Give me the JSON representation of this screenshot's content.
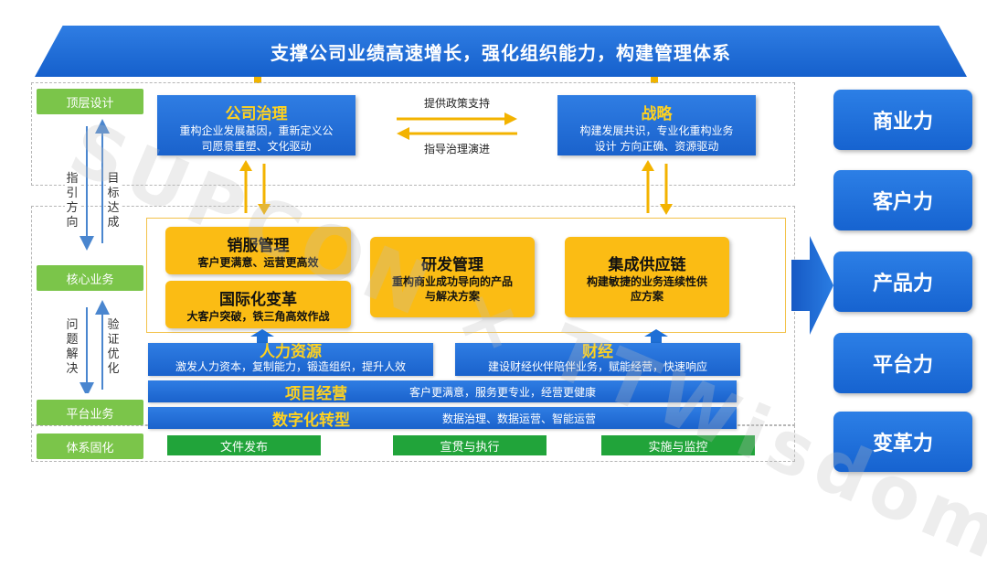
{
  "banner": {
    "title": "支撑公司业绩高速增长，强化组织能力，构建管理体系"
  },
  "layers": {
    "top": "顶层设计",
    "core": "核心业务",
    "platform": "平台业务",
    "system": "体系固化"
  },
  "side_notes": {
    "down1": "指引方向",
    "up1": "目标达成",
    "down2": "问题解决",
    "up2": "验证优化"
  },
  "governance": {
    "title": "公司治理",
    "desc_line1": "重构企业发展基因，重新定义公",
    "desc_line2": "司愿景重塑、文化驱动"
  },
  "strategy": {
    "title": "战略",
    "desc_line1": "构建发展共识，专业化重构业务",
    "desc_line2": "设计 方向正确、资源驱动"
  },
  "arrows": {
    "top_label": "提供政策支持",
    "bottom_label": "指导治理演进"
  },
  "core_business": {
    "sales": {
      "title": "销服管理",
      "desc": "客户更满意、运营更高效"
    },
    "intl": {
      "title": "国际化变革",
      "desc": "大客户突破，铁三角高效作战"
    },
    "rd": {
      "title": "研发管理",
      "desc_line1": "重构商业成功导向的产品",
      "desc_line2": "与解决方案"
    },
    "supply": {
      "title": "集成供应链",
      "desc_line1": "构建敏捷的业务连续性供",
      "desc_line2": "应方案"
    }
  },
  "platform": {
    "hr": {
      "title": "人力资源",
      "desc": "激发人力资本，复制能力，锻造组织，提升人效"
    },
    "finance": {
      "title": "财经",
      "desc": "建设财经伙伴陪伴业务，赋能经营，快速响应"
    },
    "project": {
      "title": "项目经营",
      "desc": "客户更满意，服务更专业，经营更健康"
    },
    "digital": {
      "title": "数字化转型",
      "desc": "数据治理、数据运营、智能运营"
    }
  },
  "system_buttons": [
    "文件发布",
    "宣贯与执行",
    "实施与监控"
  ],
  "capabilities": [
    "商业力",
    "客户力",
    "产品力",
    "平台力",
    "变革力"
  ],
  "watermark": "SUPCON × TTWisdom",
  "colors": {
    "blue": "#1a62cc",
    "yellow": "#fbbc14",
    "green_label": "#7bc54a",
    "green_button": "#21a43a",
    "title_yellow": "#ffd21f"
  }
}
